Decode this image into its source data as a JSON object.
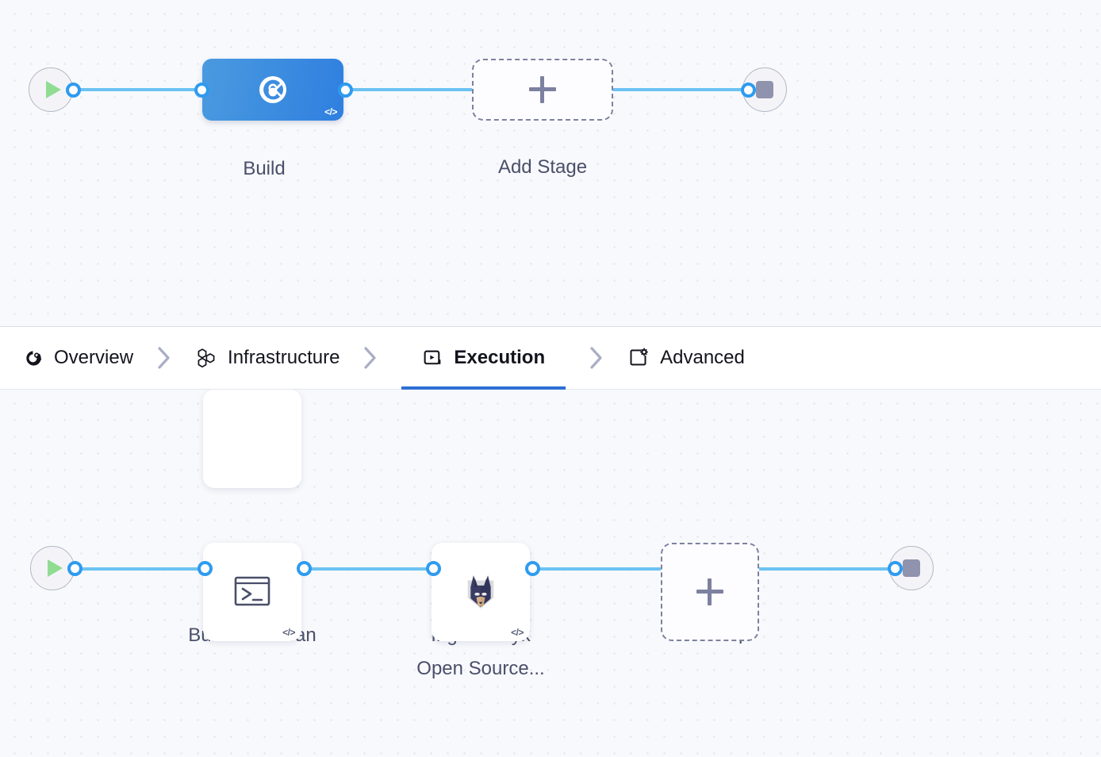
{
  "stage_canvas": {
    "start_node": {
      "name": "pipeline-start",
      "icon": "play-icon"
    },
    "end_node": {
      "name": "pipeline-end",
      "icon": "stop-icon"
    },
    "stages": [
      {
        "label": "Build",
        "icon": "build-stage-icon",
        "badge": "</>",
        "selected": true
      }
    ],
    "add_stage": {
      "label": "Add Stage",
      "icon": "plus-icon"
    }
  },
  "tabs": [
    {
      "label": "Overview",
      "icon": "overview-icon",
      "active": false
    },
    {
      "label": "Infrastructure",
      "icon": "infrastructure-icon",
      "active": false
    },
    {
      "label": "Execution",
      "icon": "execution-icon",
      "active": true
    },
    {
      "label": "Advanced",
      "icon": "advanced-icon",
      "active": false
    }
  ],
  "tab_separator_icon": "chevron-right-icon",
  "accent_color": "#2e6fd4",
  "edge_color": "#6cc2f2",
  "port_color": "#2e9bef",
  "step_canvas": {
    "start_node": {
      "name": "execution-start",
      "icon": "play-icon"
    },
    "end_node": {
      "name": "execution-end",
      "icon": "stop-icon"
    },
    "steps": [
      {
        "label": "Build and Scan",
        "icon": "terminal-icon",
        "badge": "</>"
      },
      {
        "label": "Ingest Snyk\nOpen Source...",
        "icon": "snyk-logo-icon",
        "badge": "</>"
      }
    ],
    "add_step": {
      "label": "Add Step",
      "icon": "plus-icon"
    }
  }
}
